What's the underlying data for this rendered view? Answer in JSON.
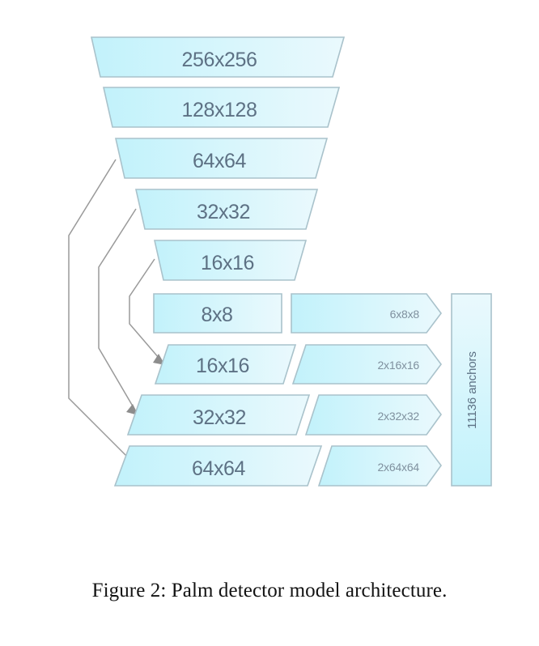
{
  "figure": {
    "caption": "Figure 2: Palm detector model architecture.",
    "colors": {
      "shape_fill_start": "#c2f2fb",
      "shape_fill_end": "#eaf9fd",
      "shape_stroke": "#a9c2cb",
      "label_text": "#5d7184",
      "small_label_text": "#7f909e",
      "arrow": "#9a9a9a",
      "background": "#ffffff"
    }
  },
  "encoder": {
    "name": "encoder-stack",
    "blocks": [
      {
        "label": "256x256"
      },
      {
        "label": "128x128"
      },
      {
        "label": "64x64"
      },
      {
        "label": "32x32"
      },
      {
        "label": "16x16"
      }
    ]
  },
  "decoder": {
    "name": "decoder-stack",
    "blocks": [
      {
        "label": "8x8"
      },
      {
        "label": "16x16"
      },
      {
        "label": "32x32"
      },
      {
        "label": "64x64"
      }
    ]
  },
  "outputs": {
    "name": "output-tensors",
    "blocks": [
      {
        "label": "6x8x8"
      },
      {
        "label": "2x16x16"
      },
      {
        "label": "2x32x32"
      },
      {
        "label": "2x64x64"
      }
    ]
  },
  "anchors": {
    "label": "11136 anchors"
  },
  "skip_connections": [
    {
      "from": "64x64",
      "to": "64x64"
    },
    {
      "from": "32x32",
      "to": "32x32"
    },
    {
      "from": "16x16",
      "to": "16x16"
    }
  ]
}
